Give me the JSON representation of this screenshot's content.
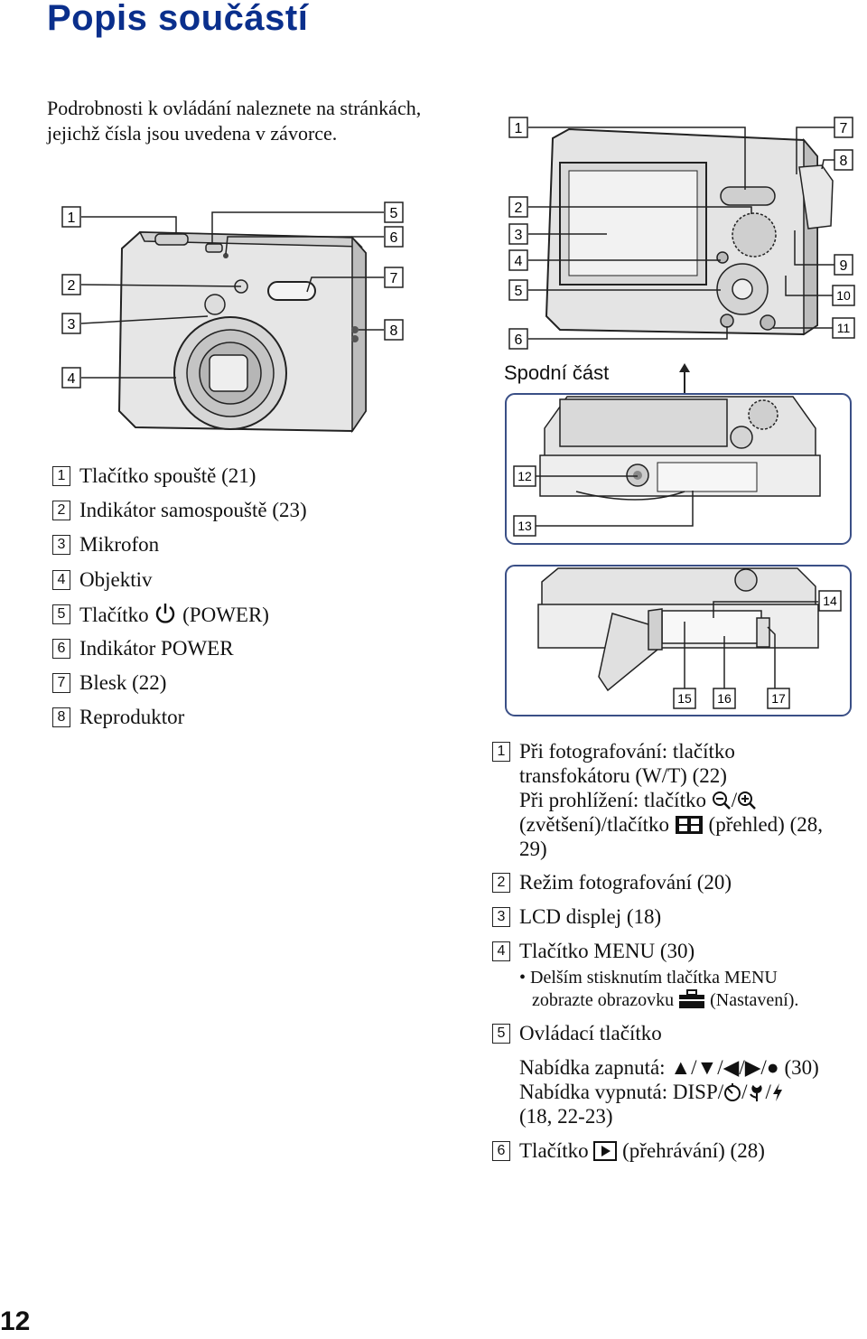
{
  "page": {
    "title": "Popis součástí",
    "intro": "Podrobnosti k ovládání naleznete na stránkách, jejichž čísla jsou uvedena v závorce.",
    "page_number": "12",
    "bottom_label": "Spodní část"
  },
  "front_callouts": [
    "1",
    "2",
    "3",
    "4",
    "5",
    "6",
    "7",
    "8"
  ],
  "back_callouts": [
    "1",
    "2",
    "3",
    "4",
    "5",
    "6",
    "7",
    "8",
    "9",
    "10",
    "11"
  ],
  "bottom_callouts": [
    "12",
    "13"
  ],
  "battery_callouts": [
    "14",
    "15",
    "16",
    "17"
  ],
  "front_parts": [
    {
      "num": "1",
      "text": "Tlačítko spouště (21)"
    },
    {
      "num": "2",
      "text": "Indikátor samospouště (23)"
    },
    {
      "num": "3",
      "text": "Mikrofon"
    },
    {
      "num": "4",
      "text": "Objektiv"
    },
    {
      "num": "5",
      "text_before": "Tlačítko",
      "icon": "power-icon",
      "text_after": "(POWER)"
    },
    {
      "num": "6",
      "text": "Indikátor POWER"
    },
    {
      "num": "7",
      "text": "Blesk (22)"
    },
    {
      "num": "8",
      "text": "Reproduktor"
    }
  ],
  "back_parts": {
    "p1": {
      "num": "1",
      "line1": "Při fotografování: tlačítko",
      "line2": "transfokátoru (W/T) (22)",
      "line3_before": "Při prohlížení: tlačítko",
      "line3_sep": "/",
      "line4_before": "(zvětšení)/tlačítko",
      "line4_after": "(přehled) (28,",
      "line5": "29)"
    },
    "p2": {
      "num": "2",
      "text": "Režim fotografování (20)"
    },
    "p3": {
      "num": "3",
      "text": "LCD displej (18)"
    },
    "p4": {
      "num": "4",
      "text": "Tlačítko MENU (30)",
      "bullet_line1": "• Delším stisknutím tlačítka MENU",
      "bullet_line2_before": "zobrazte obrazovku",
      "bullet_line2_after": "(Nastavení)."
    },
    "p5": {
      "num": "5",
      "text": "Ovládací tlačítko",
      "menu_on_before": "Nabídka zapnutá: ▲/▼/◀/▶/●",
      "menu_on_after": "(30)",
      "menu_off_before": "Nabídka vypnutá: DISP/",
      "menu_off_sep1": "/",
      "menu_off_sep2": "/",
      "menu_off_pages": "(18, 22-23)"
    },
    "p6": {
      "num": "6",
      "text_before": "Tlačítko",
      "icon": "play-icon",
      "text_after": "(přehrávání) (28)"
    }
  },
  "colors": {
    "title": "#0a2f8c",
    "text": "#111111",
    "line": "#222222",
    "panel": "#3a4f86"
  }
}
